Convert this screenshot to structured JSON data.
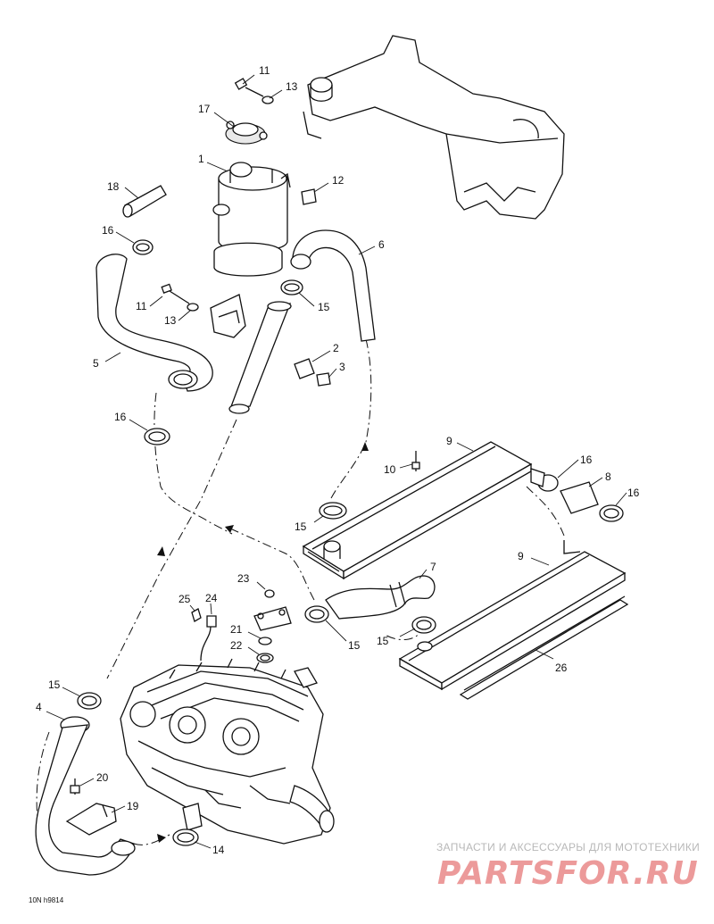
{
  "diagram_code": "10N h9814",
  "watermark": {
    "tagline": "ЗАПЧАСТИ И АКСЕССУАРЫ ДЛЯ МОТОТЕХНИКИ",
    "brand": "PARTSFOR.RU"
  },
  "callouts": [
    "11",
    "13",
    "17",
    "1",
    "18",
    "12",
    "16",
    "6",
    "11",
    "13",
    "15",
    "5",
    "2",
    "3",
    "16",
    "10",
    "9",
    "16",
    "8",
    "16",
    "15",
    "9",
    "7",
    "23",
    "25",
    "24",
    "21",
    "22",
    "15",
    "15",
    "15",
    "26",
    "4",
    "20",
    "19",
    "14"
  ]
}
